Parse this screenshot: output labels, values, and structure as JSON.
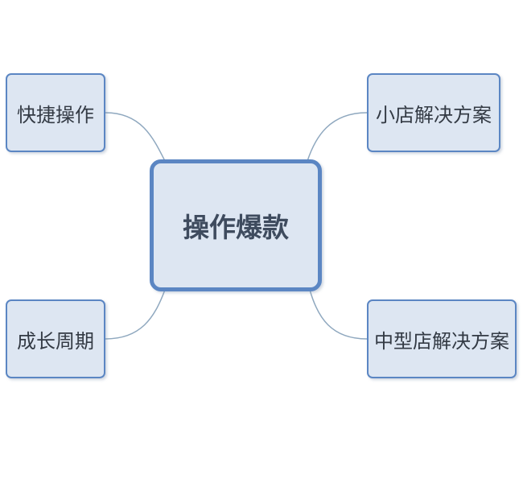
{
  "center": {
    "label": "操作爆款"
  },
  "branches": [
    {
      "id": "top-left",
      "label": "快捷操作"
    },
    {
      "id": "top-right",
      "label": "小店解决方案"
    },
    {
      "id": "bottom-left",
      "label": "成长周期"
    },
    {
      "id": "bottom-right",
      "label": "中型店解决方案"
    }
  ],
  "colors": {
    "node_fill": "#dde6f2",
    "node_border": "#5b86c3",
    "connector": "#8fa8bf",
    "text": "#333a44"
  }
}
